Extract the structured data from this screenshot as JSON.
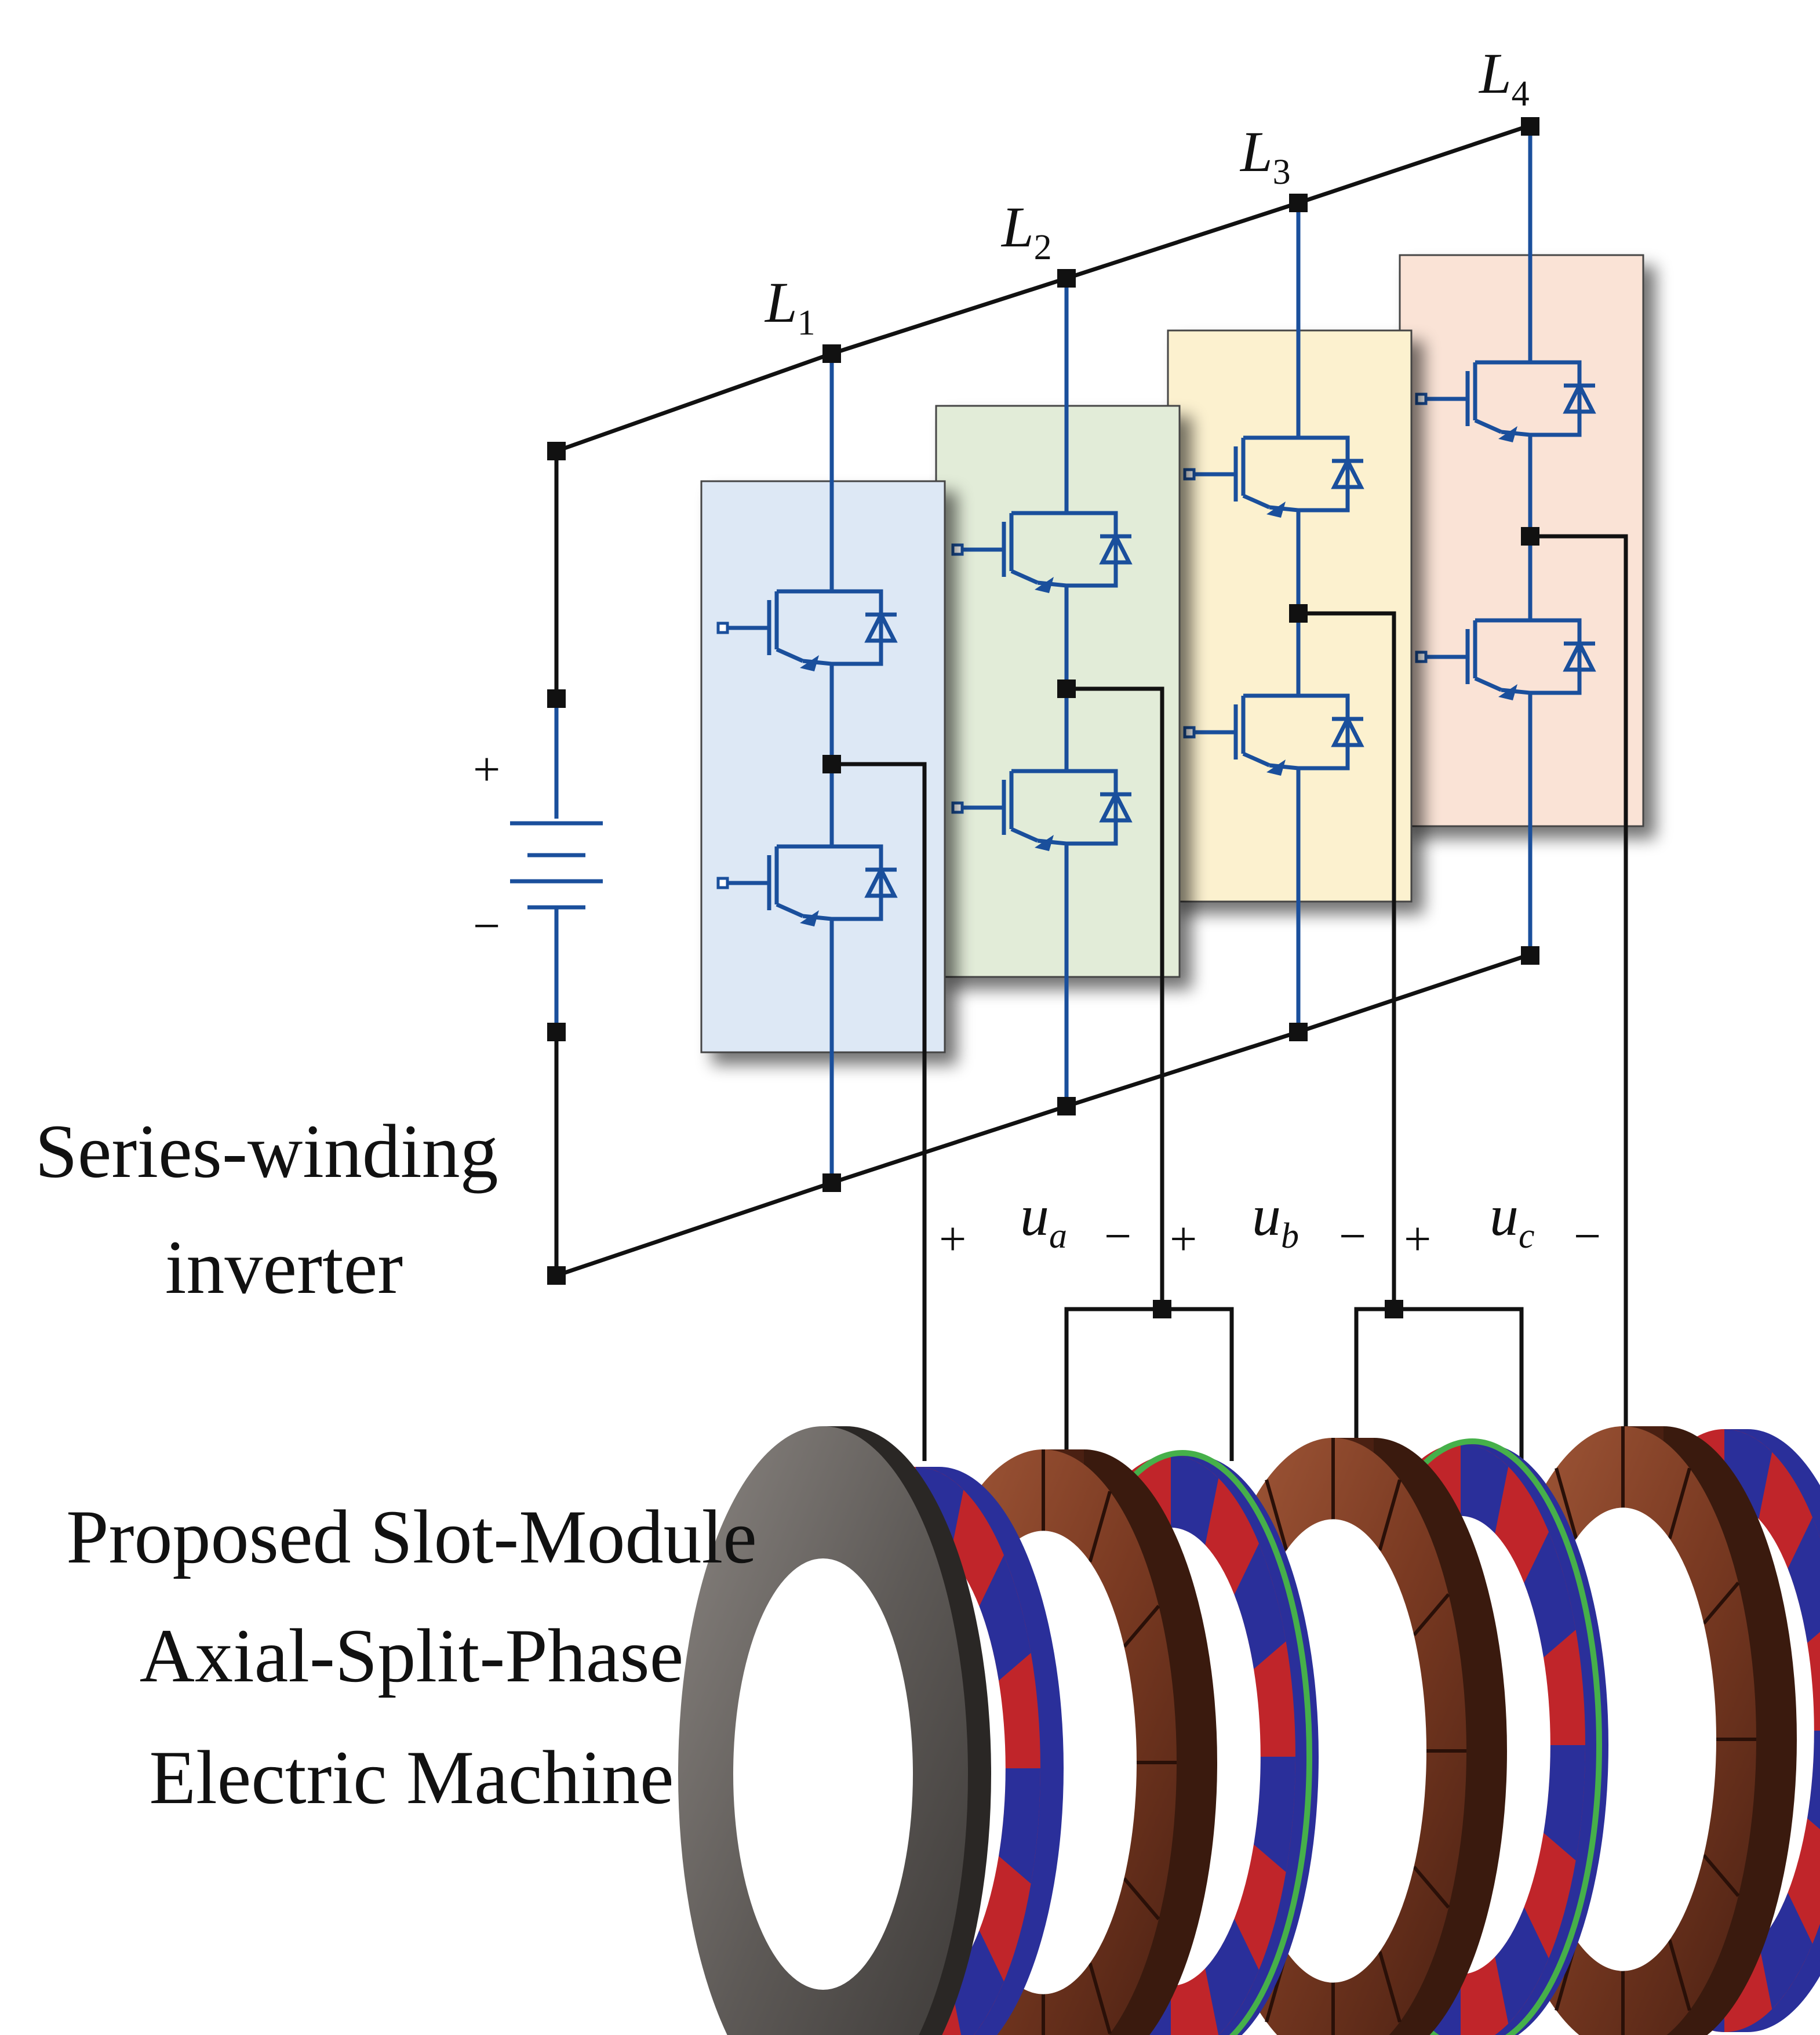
{
  "bus_labels": {
    "l1": {
      "base": "L",
      "sub": "1"
    },
    "l2": {
      "base": "L",
      "sub": "2"
    },
    "l3": {
      "base": "L",
      "sub": "3"
    },
    "l4": {
      "base": "L",
      "sub": "4"
    }
  },
  "battery": {
    "plus": "+",
    "minus": "−"
  },
  "inverter_caption": [
    "Series-winding",
    "inverter"
  ],
  "phase_voltages": {
    "ua": {
      "base": "u",
      "sub": "a"
    },
    "ub": {
      "base": "u",
      "sub": "b"
    },
    "uc": {
      "base": "u",
      "sub": "c"
    },
    "plus": "+",
    "minus": "−"
  },
  "machine_caption": [
    "Proposed Slot-Module",
    "Axial-Split-Phase",
    "Electric Machine"
  ],
  "colors": {
    "leg1": "#dde8f5",
    "leg2": "#e2ecd8",
    "leg3": "#fcf1cf",
    "leg4": "#fae3d6",
    "wire": "#1a4f9c",
    "bus": "#111111",
    "copper": "#7a3a22",
    "iron": "#5e5a57",
    "magnet_red": "#c0252a",
    "magnet_blue": "#2a2f9a",
    "band_green": "#46b04a"
  }
}
